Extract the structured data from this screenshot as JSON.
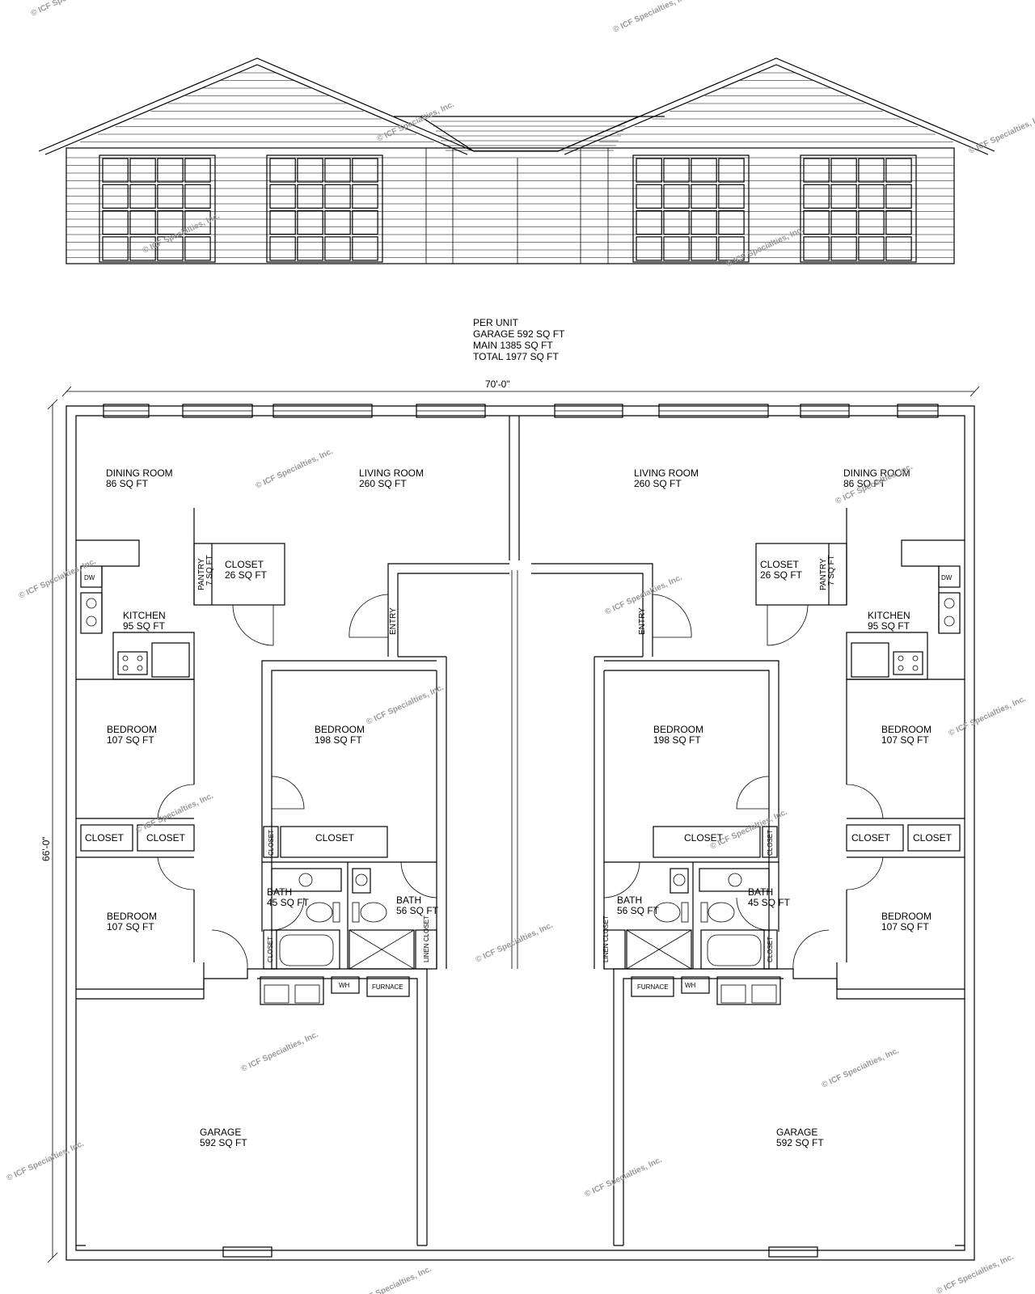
{
  "summary": {
    "heading": "PER UNIT",
    "lines": [
      "GARAGE 592 SQ FT",
      "MAIN 1385 SQ FT",
      "TOTAL 1977 SQ FT"
    ]
  },
  "dimensions": {
    "width": "70'-0\"",
    "depth": "66'-0\""
  },
  "rooms": {
    "dining": {
      "name": "DINING ROOM",
      "area": "86 SQ FT"
    },
    "living": {
      "name": "LIVING ROOM",
      "area": "260 SQ FT"
    },
    "kitchen": {
      "name": "KITCHEN",
      "area": "95 SQ FT"
    },
    "pantry": {
      "name": "PANTRY",
      "area": "7 SQ FT"
    },
    "closet_front": {
      "name": "CLOSET",
      "area": "26 SQ FT"
    },
    "entry": "ENTRY",
    "bedroom_master": {
      "name": "BEDROOM",
      "area": "198 SQ FT"
    },
    "bedroom_small": {
      "name": "BEDROOM",
      "area": "107 SQ FT"
    },
    "closet": "CLOSET",
    "bath_small": {
      "name": "BATH",
      "area": "45 SQ FT"
    },
    "bath_large": {
      "name": "BATH",
      "area": "56 SQ FT"
    },
    "linen": "LINEN CLOSET",
    "garage": {
      "name": "GARAGE",
      "area": "592 SQ FT"
    },
    "wh": "WH",
    "furnace": "FURNACE",
    "dw": "DW"
  },
  "watermark": "© ICF Specialties, Inc."
}
